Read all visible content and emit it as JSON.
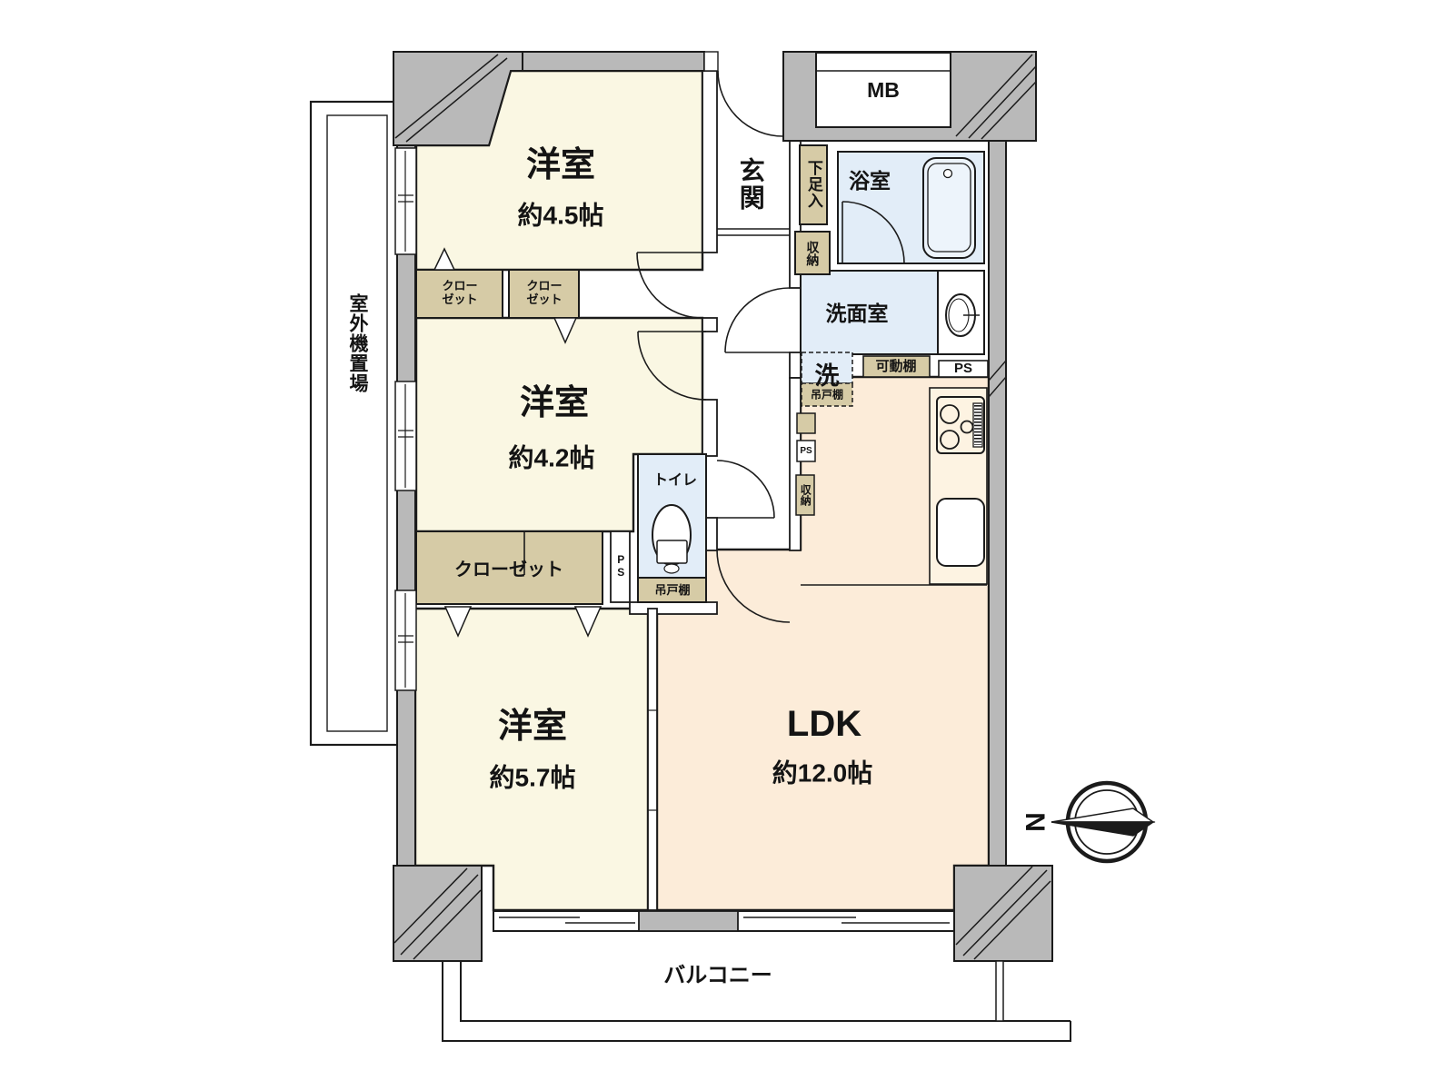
{
  "rooms": {
    "western_room_1": {
      "name": "洋室",
      "size": "約4.5帖"
    },
    "western_room_2": {
      "name": "洋室",
      "size": "約4.2帖"
    },
    "western_room_3": {
      "name": "洋室",
      "size": "約5.7帖"
    },
    "ldk": {
      "name": "LDK",
      "size": "約12.0帖"
    },
    "entrance": {
      "name": "玄関"
    },
    "bathroom": {
      "name": "浴室"
    },
    "washroom": {
      "name": "洗面室"
    },
    "toilet": {
      "name": "トイレ"
    },
    "balcony": {
      "name": "バルコニー"
    },
    "outdoor_unit_area": {
      "name": "室外機置場"
    }
  },
  "storage": {
    "closet_a": {
      "line1": "クロー",
      "line2": "ゼット"
    },
    "closet_b": {
      "line1": "クロー",
      "line2": "ゼット"
    },
    "closet_main": {
      "name": "クローゼット"
    },
    "shoe_cabinet": {
      "name": "下足入"
    },
    "entrance_storage": {
      "name": "収納"
    },
    "kitchen_storage": {
      "name": "収納"
    },
    "hanging_cupboard_kitchen": {
      "name": "吊戸棚"
    },
    "hanging_cupboard_toilet": {
      "name": "吊戸棚"
    },
    "movable_shelf": {
      "name": "可動棚"
    },
    "washer_space": {
      "name": "洗"
    }
  },
  "utility": {
    "meter_box": "MB",
    "pipe_space_right": "PS",
    "pipe_space_kitchen": "PS",
    "pipe_space_toilet": "PS"
  },
  "compass": {
    "north_label": "N"
  },
  "colors": {
    "wall": "#b9b9b9",
    "room": "#faf7e3",
    "ldk": "#fcecd9",
    "water": "#e2edf8",
    "storage": "#d6cba6",
    "outline": "#1b1b1b"
  }
}
